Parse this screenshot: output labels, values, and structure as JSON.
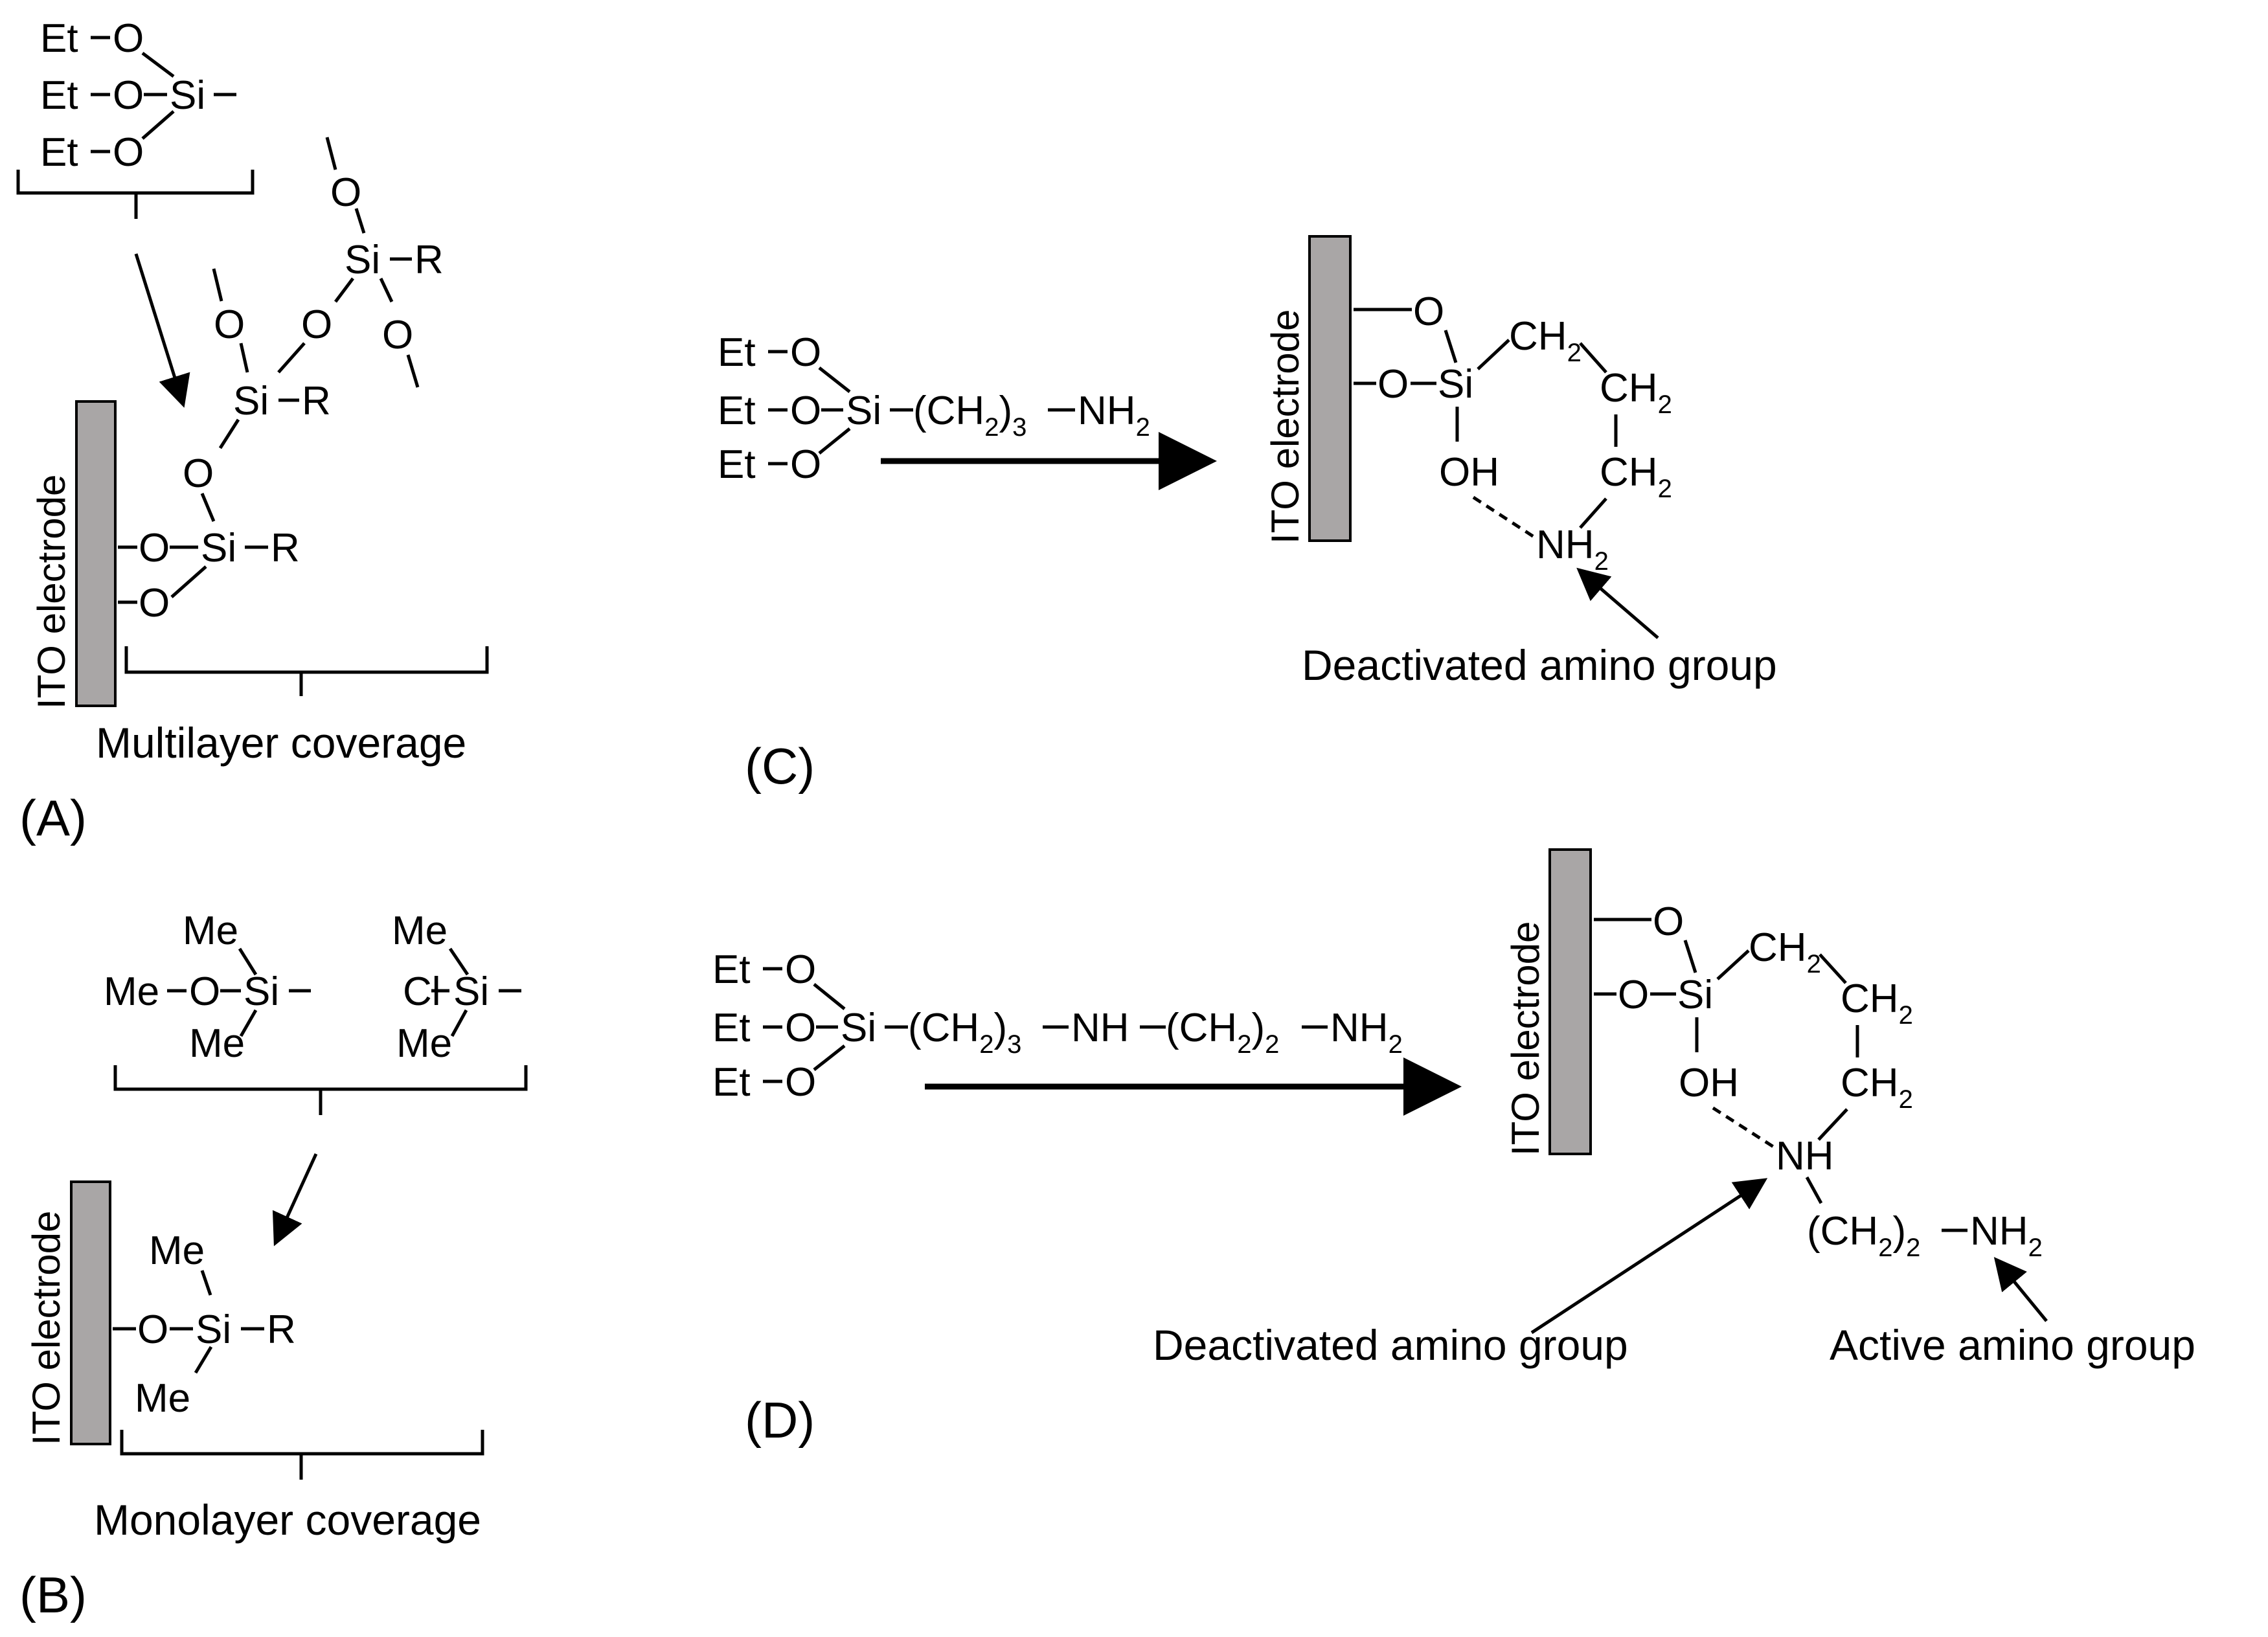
{
  "electrode_label": "ITO electrode",
  "panels": {
    "A": {
      "label": "(A)",
      "caption": "Multilayer coverage",
      "groups": {
        "et": "Et",
        "o": "O",
        "si": "Si",
        "r": "R"
      }
    },
    "B": {
      "label": "(B)",
      "caption": "Monolayer coverage",
      "groups": {
        "me": "Me",
        "o": "O",
        "si": "Si",
        "cl": "Cl",
        "r": "R"
      }
    },
    "C": {
      "label": "(C)",
      "reagent": {
        "et": "Et",
        "o": "O",
        "si": "Si",
        "ch": "CH",
        "sub2": "2",
        "sub3": "3",
        "nh": "NH"
      },
      "product": {
        "o": "O",
        "si": "Si",
        "oh": "OH",
        "ch": "CH",
        "sub2": "2",
        "nh": "NH"
      },
      "annotation": "Deactivated amino group"
    },
    "D": {
      "label": "(D)",
      "reagent": {
        "et": "Et",
        "o": "O",
        "si": "Si",
        "ch": "CH",
        "sub2": "2",
        "sub3": "3",
        "nh": "NH"
      },
      "product": {
        "o": "O",
        "si": "Si",
        "oh": "OH",
        "ch": "CH",
        "sub2": "2",
        "nh": "NH"
      },
      "annotation_deactivated": "Deactivated amino group",
      "annotation_active": "Active amino group"
    }
  },
  "colors": {
    "electrode_fill": "#a9a6a6",
    "stroke": "#000000",
    "background": "#ffffff"
  }
}
